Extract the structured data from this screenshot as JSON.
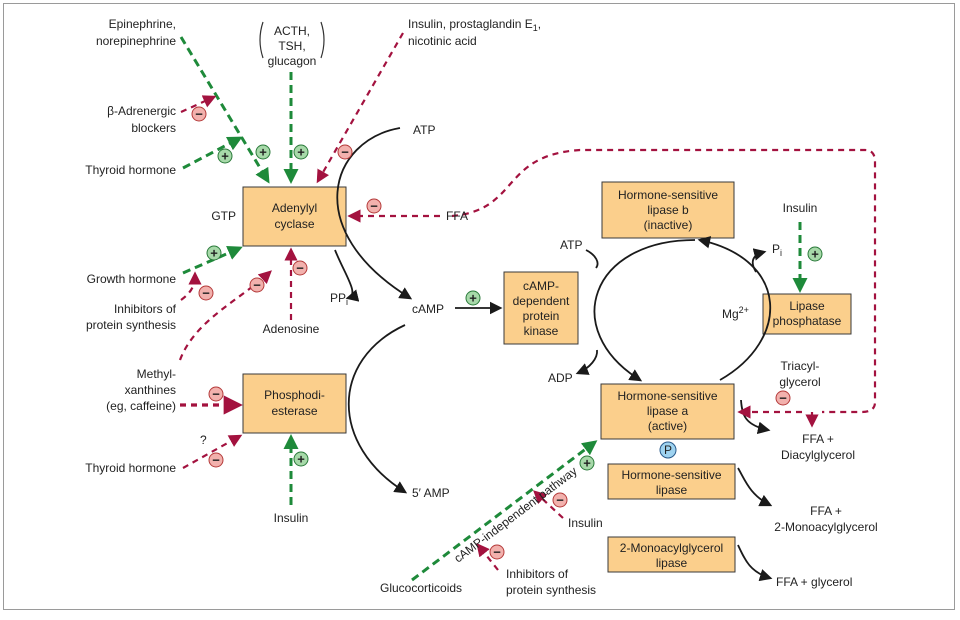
{
  "boxes": {
    "adenylyl": [
      "Adenylyl",
      "cyclase"
    ],
    "phospho": [
      "Phosphodi-",
      "esterase"
    ],
    "pka": [
      "cAMP-",
      "dependent",
      "protein",
      "kinase"
    ],
    "hslb": [
      "Hormone-sensitive",
      "lipase b",
      "(inactive)"
    ],
    "hsla": [
      "Hormone-sensitive",
      "lipase a",
      "(active)"
    ],
    "lipphos": [
      "Lipase",
      "phosphatase"
    ],
    "hsl": [
      "Hormone-sensitive",
      "lipase"
    ],
    "mag": [
      "2-Monoacylglycerol",
      "lipase"
    ]
  },
  "labels": {
    "epi": [
      "Epinephrine,",
      "norepinephrine"
    ],
    "acth": [
      "ACTH,",
      "TSH,",
      "glucagon"
    ],
    "insulin_pg": [
      "Insulin, prostaglandin E",
      "1",
      ",",
      "nicotinic acid"
    ],
    "beta": [
      "β-Adrenergic",
      "blockers"
    ],
    "thyroid1": "Thyroid hormone",
    "gtp": "GTP",
    "atp1": "ATP",
    "ffa": "FFA",
    "growth": "Growth hormone",
    "inhib1": [
      "Inhibitors of",
      "protein synthesis"
    ],
    "adenosine": "Adenosine",
    "ppi": [
      "PP",
      "i"
    ],
    "camp": "cAMP",
    "methyl": [
      "Methyl-",
      "xanthines",
      "(eg, caffeine)"
    ],
    "question": "?",
    "thyroid2": "Thyroid hormone",
    "insulin_bottom": "Insulin",
    "amp": "5′ AMP",
    "atp2": "ATP",
    "adp": "ADP",
    "pi": [
      "P",
      "i"
    ],
    "mg": [
      "Mg",
      "2+"
    ],
    "insulin_right": "Insulin",
    "triacyl": [
      "Triacyl-",
      "glycerol"
    ],
    "ffa_diacyl": [
      "FFA +",
      "Diacylglycerol"
    ],
    "ffa_mono": [
      "FFA +",
      "2-Monoacylglycerol"
    ],
    "ffa_glycerol": "FFA + glycerol",
    "p": "P",
    "camp_indep": "cAMP-independent pathway",
    "insulin_mid": "Insulin",
    "glucocorticoids": "Glucocorticoids",
    "inhib2": [
      "Inhibitors of",
      "protein synthesis"
    ],
    "plus": "+",
    "minus": "−"
  },
  "colors": {
    "box_fill": "#fbcf8c",
    "stimulatory": "#1e8a3a",
    "inhibitory": "#a3123f",
    "phosphate": "#9fd3f0"
  }
}
